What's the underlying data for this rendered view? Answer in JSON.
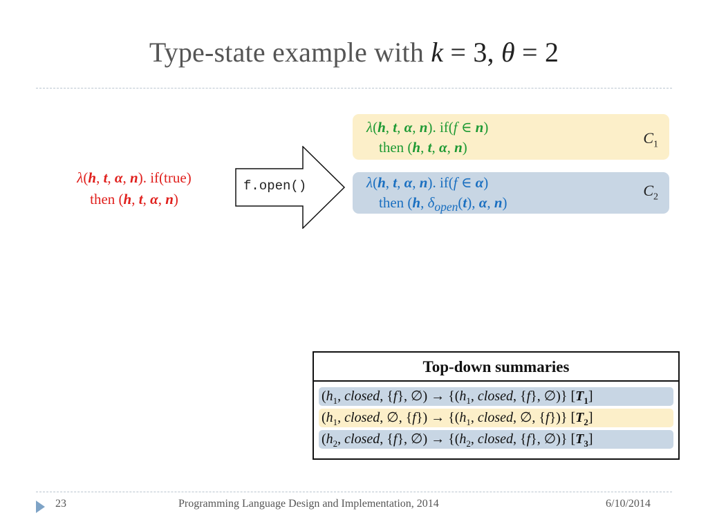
{
  "slide": {
    "title_text": "Type-state example with ",
    "title_math_k": "k",
    "title_math_eq1": " = 3, ",
    "title_math_theta": "θ",
    "title_math_eq2": " = 2"
  },
  "initial_summary": {
    "line1": "λ(h, t, α, n). if(true)",
    "line2": "then (h, t, α, n)",
    "color": "#e0201d"
  },
  "arrow": {
    "label": "f.open()"
  },
  "results": [
    {
      "name": "C",
      "subscript": "1",
      "line1": "λ(h, t, α, n). if(f ∈ n)",
      "line2": "then (h, t, α, n)",
      "background": "#fcefc9",
      "color": "#1f9a34"
    },
    {
      "name": "C",
      "subscript": "2",
      "line1": "λ(h, t, α, n). if(f ∈ α)",
      "line2": "then (h, δopen(t), α, n)",
      "background": "#c8d6e4",
      "color": "#1a6fc0"
    }
  ],
  "summaries_table": {
    "header": "Top-down summaries",
    "rows": [
      {
        "text": "(h1, closed, {f}, ∅) → {(h1, closed, {f}, ∅)} [T1]",
        "background": "#c8d6e4"
      },
      {
        "text": "(h1, closed, ∅, {f}) → {(h1, closed, ∅, {f})} [T2]",
        "background": "#fcefc9"
      },
      {
        "text": "(h2, closed, {f}, ∅) → {(h2, closed, {f}, ∅)} [T3]",
        "background": "#c8d6e4"
      }
    ]
  },
  "footer": {
    "slide_number": "23",
    "course": "Programming Language Design and Implementation, 2014",
    "date": "6/10/2014"
  }
}
